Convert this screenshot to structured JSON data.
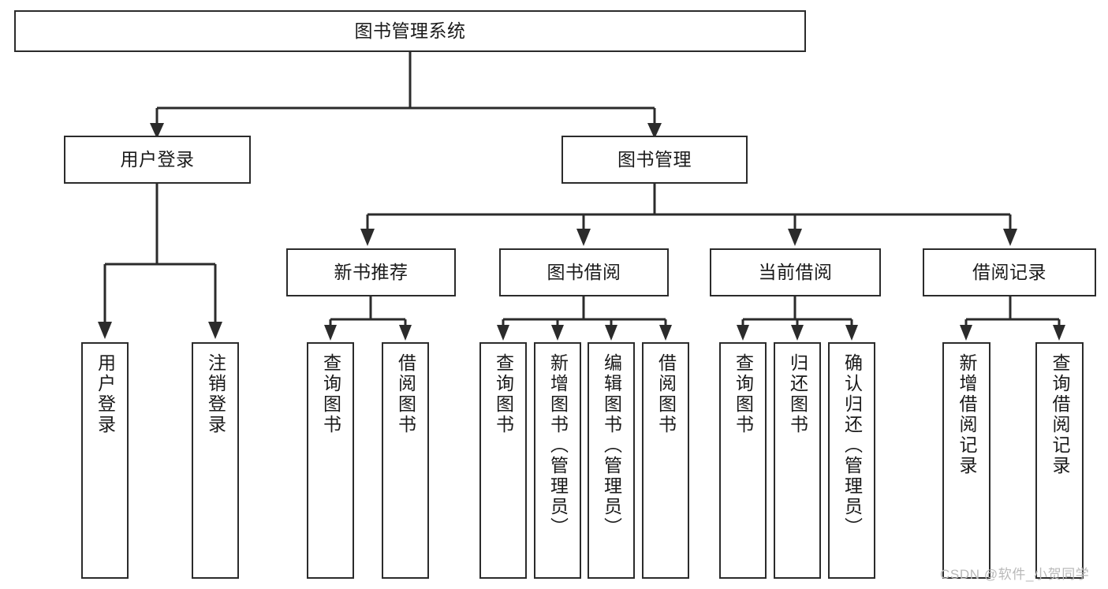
{
  "diagram": {
    "type": "tree-hierarchy-chart",
    "title": "图书管理系统",
    "stroke_color": "#2b2b2b",
    "fill_color": "#ffffff",
    "text_color": "#1a1a1a",
    "levels": [
      {
        "level": 1,
        "nodes": [
          {
            "id": "root",
            "label": "图书管理系统",
            "orientation": "horizontal"
          }
        ]
      },
      {
        "level": 2,
        "nodes": [
          {
            "id": "user-login",
            "label": "用户登录",
            "orientation": "horizontal"
          },
          {
            "id": "book-manage",
            "label": "图书管理",
            "orientation": "horizontal"
          }
        ]
      },
      {
        "level": 3,
        "nodes": [
          {
            "id": "new-book-rec",
            "label": "新书推荐",
            "orientation": "horizontal"
          },
          {
            "id": "book-borrow",
            "label": "图书借阅",
            "orientation": "horizontal"
          },
          {
            "id": "current-borrow",
            "label": "当前借阅",
            "orientation": "horizontal"
          },
          {
            "id": "borrow-record",
            "label": "借阅记录",
            "orientation": "horizontal"
          }
        ]
      },
      {
        "level": 4,
        "nodes": [
          {
            "id": "leaf-user-login",
            "label": "用户登录",
            "orientation": "vertical",
            "parent": "user-login"
          },
          {
            "id": "leaf-logout",
            "label": "注销登录",
            "orientation": "vertical",
            "parent": "user-login"
          },
          {
            "id": "leaf-query-book-1",
            "label": "查询图书",
            "orientation": "vertical",
            "parent": "new-book-rec"
          },
          {
            "id": "leaf-borrow-book-1",
            "label": "借阅图书",
            "orientation": "vertical",
            "parent": "new-book-rec"
          },
          {
            "id": "leaf-query-book-2",
            "label": "查询图书",
            "orientation": "vertical",
            "parent": "book-borrow"
          },
          {
            "id": "leaf-add-book",
            "label": "新增图书（管理员）",
            "orientation": "vertical",
            "parent": "book-borrow"
          },
          {
            "id": "leaf-edit-book",
            "label": "编辑图书（管理员）",
            "orientation": "vertical",
            "parent": "book-borrow"
          },
          {
            "id": "leaf-borrow-book-2",
            "label": "借阅图书",
            "orientation": "vertical",
            "parent": "book-borrow"
          },
          {
            "id": "leaf-query-book-3",
            "label": "查询图书",
            "orientation": "vertical",
            "parent": "current-borrow"
          },
          {
            "id": "leaf-return-book",
            "label": "归还图书",
            "orientation": "vertical",
            "parent": "current-borrow"
          },
          {
            "id": "leaf-confirm-return",
            "label": "确认归还（管理员）",
            "orientation": "vertical",
            "parent": "current-borrow"
          },
          {
            "id": "leaf-add-record",
            "label": "新增借阅记录",
            "orientation": "vertical",
            "parent": "borrow-record"
          },
          {
            "id": "leaf-query-record",
            "label": "查询借阅记录",
            "orientation": "vertical",
            "parent": "borrow-record"
          }
        ]
      }
    ]
  },
  "watermark": {
    "text": "CSDN @软件_小贺同学"
  }
}
